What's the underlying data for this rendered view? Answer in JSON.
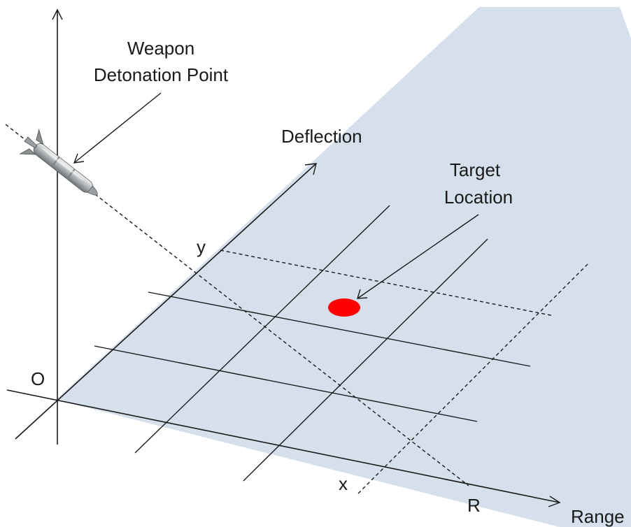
{
  "labels": {
    "weapon_line1": "Weapon",
    "weapon_line2": "Detonation Point",
    "deflection": "Deflection",
    "target_line1": "Target",
    "target_line2": "Location",
    "y": "y",
    "origin": "O",
    "x": "x",
    "r": "R",
    "range": "Range"
  },
  "colors": {
    "plane_fill": "#d6e0ec",
    "target_fill": "#ff0000",
    "line": "#1a1a1a"
  },
  "icons": {
    "weapon": "missile-icon"
  }
}
